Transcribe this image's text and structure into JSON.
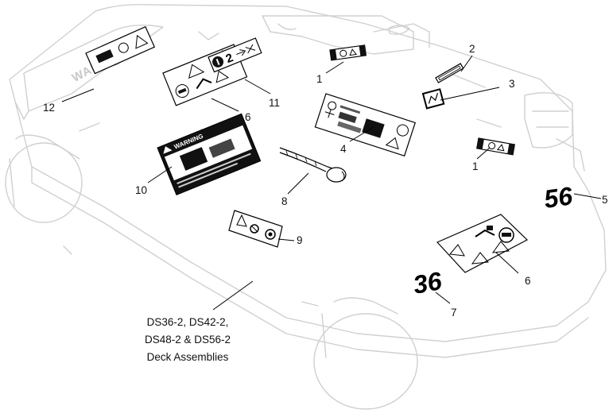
{
  "diagram": {
    "callouts": [
      {
        "id": "c1a",
        "text": "1"
      },
      {
        "id": "c1b",
        "text": "1"
      },
      {
        "id": "c2",
        "text": "2"
      },
      {
        "id": "c3",
        "text": "3"
      },
      {
        "id": "c4",
        "text": "4"
      },
      {
        "id": "c5",
        "text": "5"
      },
      {
        "id": "c6a",
        "text": "6"
      },
      {
        "id": "c6b",
        "text": "6"
      },
      {
        "id": "c7",
        "text": "7"
      },
      {
        "id": "c8",
        "text": "8"
      },
      {
        "id": "c9",
        "text": "9"
      },
      {
        "id": "c10",
        "text": "10"
      },
      {
        "id": "c11",
        "text": "11"
      },
      {
        "id": "c12",
        "text": "12"
      }
    ],
    "caption_lines": [
      "DS36-2, DS42-2,",
      "DS48-2 & DS56-2",
      "Deck Assemblies"
    ],
    "deck_size_labels": {
      "rear": "56",
      "front": "36"
    },
    "embossed_brand": "WALKER",
    "warning_decal_header": "WARNING"
  }
}
